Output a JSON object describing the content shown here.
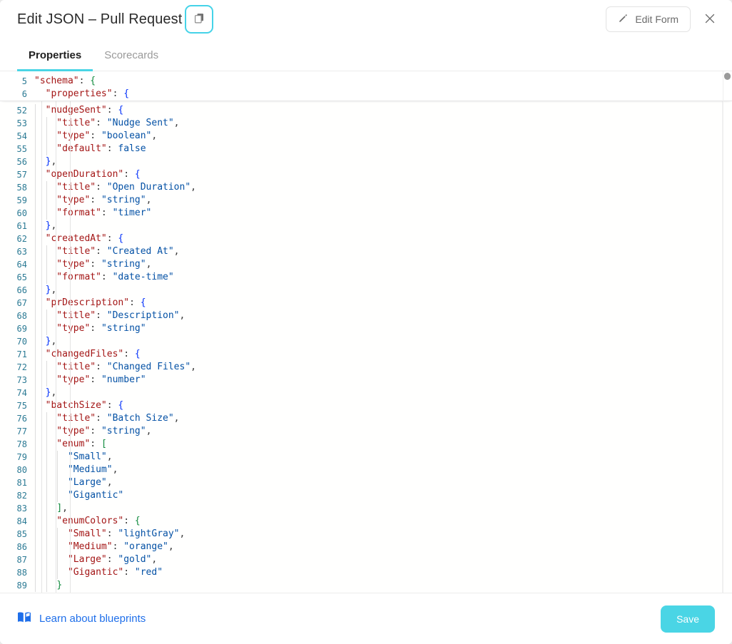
{
  "header": {
    "title": "Edit JSON – Pull Request",
    "copy_icon": "copy-icon",
    "edit_form_label": "Edit Form",
    "edit_icon": "pencil-icon",
    "close_icon": "close-icon",
    "focus_ring_color": "#45d3e8"
  },
  "tabs": [
    {
      "label": "Properties",
      "active": true
    },
    {
      "label": "Scorecards",
      "active": false
    }
  ],
  "editor": {
    "sticky_lines": [
      {
        "num": "5",
        "indent": 0,
        "tokens": [
          {
            "t": "\"schema\"",
            "c": "k"
          },
          {
            "t": ":",
            "c": "p"
          },
          {
            "t": " ",
            "c": "p"
          },
          {
            "t": "{",
            "c": "b2"
          }
        ]
      },
      {
        "num": "6",
        "indent": 0,
        "tokens": [
          {
            "t": "  \"properties\"",
            "c": "k"
          },
          {
            "t": ":",
            "c": "p"
          },
          {
            "t": " ",
            "c": "p"
          },
          {
            "t": "{",
            "c": "b1"
          }
        ]
      }
    ],
    "lines": [
      {
        "num": "52",
        "tokens": [
          {
            "t": "  \"nudgeSent\"",
            "c": "k"
          },
          {
            "t": ":",
            "c": "p"
          },
          {
            "t": " ",
            "c": "p"
          },
          {
            "t": "{",
            "c": "b1"
          }
        ]
      },
      {
        "num": "53",
        "tokens": [
          {
            "t": "    \"title\"",
            "c": "k"
          },
          {
            "t": ":",
            "c": "p"
          },
          {
            "t": " ",
            "c": "p"
          },
          {
            "t": "\"Nudge Sent\"",
            "c": "s"
          },
          {
            "t": ",",
            "c": "p"
          }
        ]
      },
      {
        "num": "54",
        "tokens": [
          {
            "t": "    \"type\"",
            "c": "k"
          },
          {
            "t": ":",
            "c": "p"
          },
          {
            "t": " ",
            "c": "p"
          },
          {
            "t": "\"boolean\"",
            "c": "s"
          },
          {
            "t": ",",
            "c": "p"
          }
        ]
      },
      {
        "num": "55",
        "tokens": [
          {
            "t": "    \"default\"",
            "c": "k"
          },
          {
            "t": ":",
            "c": "p"
          },
          {
            "t": " ",
            "c": "p"
          },
          {
            "t": "false",
            "c": "s"
          }
        ]
      },
      {
        "num": "56",
        "tokens": [
          {
            "t": "  ",
            "c": "p"
          },
          {
            "t": "}",
            "c": "b1"
          },
          {
            "t": ",",
            "c": "p"
          }
        ]
      },
      {
        "num": "57",
        "tokens": [
          {
            "t": "  \"openDuration\"",
            "c": "k"
          },
          {
            "t": ":",
            "c": "p"
          },
          {
            "t": " ",
            "c": "p"
          },
          {
            "t": "{",
            "c": "b1"
          }
        ]
      },
      {
        "num": "58",
        "tokens": [
          {
            "t": "    \"title\"",
            "c": "k"
          },
          {
            "t": ":",
            "c": "p"
          },
          {
            "t": " ",
            "c": "p"
          },
          {
            "t": "\"Open Duration\"",
            "c": "s"
          },
          {
            "t": ",",
            "c": "p"
          }
        ]
      },
      {
        "num": "59",
        "tokens": [
          {
            "t": "    \"type\"",
            "c": "k"
          },
          {
            "t": ":",
            "c": "p"
          },
          {
            "t": " ",
            "c": "p"
          },
          {
            "t": "\"string\"",
            "c": "s"
          },
          {
            "t": ",",
            "c": "p"
          }
        ]
      },
      {
        "num": "60",
        "tokens": [
          {
            "t": "    \"format\"",
            "c": "k"
          },
          {
            "t": ":",
            "c": "p"
          },
          {
            "t": " ",
            "c": "p"
          },
          {
            "t": "\"timer\"",
            "c": "s"
          }
        ]
      },
      {
        "num": "61",
        "tokens": [
          {
            "t": "  ",
            "c": "p"
          },
          {
            "t": "}",
            "c": "b1"
          },
          {
            "t": ",",
            "c": "p"
          }
        ]
      },
      {
        "num": "62",
        "tokens": [
          {
            "t": "  \"createdAt\"",
            "c": "k"
          },
          {
            "t": ":",
            "c": "p"
          },
          {
            "t": " ",
            "c": "p"
          },
          {
            "t": "{",
            "c": "b1"
          }
        ]
      },
      {
        "num": "63",
        "tokens": [
          {
            "t": "    \"title\"",
            "c": "k"
          },
          {
            "t": ":",
            "c": "p"
          },
          {
            "t": " ",
            "c": "p"
          },
          {
            "t": "\"Created At\"",
            "c": "s"
          },
          {
            "t": ",",
            "c": "p"
          }
        ]
      },
      {
        "num": "64",
        "tokens": [
          {
            "t": "    \"type\"",
            "c": "k"
          },
          {
            "t": ":",
            "c": "p"
          },
          {
            "t": " ",
            "c": "p"
          },
          {
            "t": "\"string\"",
            "c": "s"
          },
          {
            "t": ",",
            "c": "p"
          }
        ]
      },
      {
        "num": "65",
        "tokens": [
          {
            "t": "    \"format\"",
            "c": "k"
          },
          {
            "t": ":",
            "c": "p"
          },
          {
            "t": " ",
            "c": "p"
          },
          {
            "t": "\"date-time\"",
            "c": "s"
          }
        ]
      },
      {
        "num": "66",
        "tokens": [
          {
            "t": "  ",
            "c": "p"
          },
          {
            "t": "}",
            "c": "b1"
          },
          {
            "t": ",",
            "c": "p"
          }
        ]
      },
      {
        "num": "67",
        "tokens": [
          {
            "t": "  \"prDescription\"",
            "c": "k"
          },
          {
            "t": ":",
            "c": "p"
          },
          {
            "t": " ",
            "c": "p"
          },
          {
            "t": "{",
            "c": "b1"
          }
        ]
      },
      {
        "num": "68",
        "tokens": [
          {
            "t": "    \"title\"",
            "c": "k"
          },
          {
            "t": ":",
            "c": "p"
          },
          {
            "t": " ",
            "c": "p"
          },
          {
            "t": "\"Description\"",
            "c": "s"
          },
          {
            "t": ",",
            "c": "p"
          }
        ]
      },
      {
        "num": "69",
        "tokens": [
          {
            "t": "    \"type\"",
            "c": "k"
          },
          {
            "t": ":",
            "c": "p"
          },
          {
            "t": " ",
            "c": "p"
          },
          {
            "t": "\"string\"",
            "c": "s"
          }
        ]
      },
      {
        "num": "70",
        "tokens": [
          {
            "t": "  ",
            "c": "p"
          },
          {
            "t": "}",
            "c": "b1"
          },
          {
            "t": ",",
            "c": "p"
          }
        ]
      },
      {
        "num": "71",
        "tokens": [
          {
            "t": "  \"changedFiles\"",
            "c": "k"
          },
          {
            "t": ":",
            "c": "p"
          },
          {
            "t": " ",
            "c": "p"
          },
          {
            "t": "{",
            "c": "b1"
          }
        ]
      },
      {
        "num": "72",
        "tokens": [
          {
            "t": "    \"title\"",
            "c": "k"
          },
          {
            "t": ":",
            "c": "p"
          },
          {
            "t": " ",
            "c": "p"
          },
          {
            "t": "\"Changed Files\"",
            "c": "s"
          },
          {
            "t": ",",
            "c": "p"
          }
        ]
      },
      {
        "num": "73",
        "tokens": [
          {
            "t": "    \"type\"",
            "c": "k"
          },
          {
            "t": ":",
            "c": "p"
          },
          {
            "t": " ",
            "c": "p"
          },
          {
            "t": "\"number\"",
            "c": "s"
          }
        ]
      },
      {
        "num": "74",
        "tokens": [
          {
            "t": "  ",
            "c": "p"
          },
          {
            "t": "}",
            "c": "b1"
          },
          {
            "t": ",",
            "c": "p"
          }
        ]
      },
      {
        "num": "75",
        "tokens": [
          {
            "t": "  \"batchSize\"",
            "c": "k"
          },
          {
            "t": ":",
            "c": "p"
          },
          {
            "t": " ",
            "c": "p"
          },
          {
            "t": "{",
            "c": "b1"
          }
        ]
      },
      {
        "num": "76",
        "tokens": [
          {
            "t": "    \"title\"",
            "c": "k"
          },
          {
            "t": ":",
            "c": "p"
          },
          {
            "t": " ",
            "c": "p"
          },
          {
            "t": "\"Batch Size\"",
            "c": "s"
          },
          {
            "t": ",",
            "c": "p"
          }
        ]
      },
      {
        "num": "77",
        "tokens": [
          {
            "t": "    \"type\"",
            "c": "k"
          },
          {
            "t": ":",
            "c": "p"
          },
          {
            "t": " ",
            "c": "p"
          },
          {
            "t": "\"string\"",
            "c": "s"
          },
          {
            "t": ",",
            "c": "p"
          }
        ]
      },
      {
        "num": "78",
        "tokens": [
          {
            "t": "    \"enum\"",
            "c": "k"
          },
          {
            "t": ":",
            "c": "p"
          },
          {
            "t": " ",
            "c": "p"
          },
          {
            "t": "[",
            "c": "b2"
          }
        ]
      },
      {
        "num": "79",
        "tokens": [
          {
            "t": "      \"Small\"",
            "c": "s"
          },
          {
            "t": ",",
            "c": "p"
          }
        ]
      },
      {
        "num": "80",
        "tokens": [
          {
            "t": "      \"Medium\"",
            "c": "s"
          },
          {
            "t": ",",
            "c": "p"
          }
        ]
      },
      {
        "num": "81",
        "tokens": [
          {
            "t": "      \"Large\"",
            "c": "s"
          },
          {
            "t": ",",
            "c": "p"
          }
        ]
      },
      {
        "num": "82",
        "tokens": [
          {
            "t": "      \"Gigantic\"",
            "c": "s"
          }
        ]
      },
      {
        "num": "83",
        "tokens": [
          {
            "t": "    ",
            "c": "p"
          },
          {
            "t": "]",
            "c": "b2"
          },
          {
            "t": ",",
            "c": "p"
          }
        ]
      },
      {
        "num": "84",
        "tokens": [
          {
            "t": "    \"enumColors\"",
            "c": "k"
          },
          {
            "t": ":",
            "c": "p"
          },
          {
            "t": " ",
            "c": "p"
          },
          {
            "t": "{",
            "c": "b2"
          }
        ]
      },
      {
        "num": "85",
        "tokens": [
          {
            "t": "      \"Small\"",
            "c": "k"
          },
          {
            "t": ":",
            "c": "p"
          },
          {
            "t": " ",
            "c": "p"
          },
          {
            "t": "\"lightGray\"",
            "c": "s"
          },
          {
            "t": ",",
            "c": "p"
          }
        ]
      },
      {
        "num": "86",
        "tokens": [
          {
            "t": "      \"Medium\"",
            "c": "k"
          },
          {
            "t": ":",
            "c": "p"
          },
          {
            "t": " ",
            "c": "p"
          },
          {
            "t": "\"orange\"",
            "c": "s"
          },
          {
            "t": ",",
            "c": "p"
          }
        ]
      },
      {
        "num": "87",
        "tokens": [
          {
            "t": "      \"Large\"",
            "c": "k"
          },
          {
            "t": ":",
            "c": "p"
          },
          {
            "t": " ",
            "c": "p"
          },
          {
            "t": "\"gold\"",
            "c": "s"
          },
          {
            "t": ",",
            "c": "p"
          }
        ]
      },
      {
        "num": "88",
        "tokens": [
          {
            "t": "      \"Gigantic\"",
            "c": "k"
          },
          {
            "t": ":",
            "c": "p"
          },
          {
            "t": " ",
            "c": "p"
          },
          {
            "t": "\"red\"",
            "c": "s"
          }
        ]
      },
      {
        "num": "89",
        "tokens": [
          {
            "t": "    ",
            "c": "p"
          },
          {
            "t": "}",
            "c": "b2"
          }
        ]
      }
    ],
    "guide_positions": [
      7,
      27,
      47,
      67,
      87
    ],
    "scrollbar": {
      "name": "vertical-scrollbar"
    }
  },
  "footer": {
    "learn_label": "Learn about blueprints",
    "learn_icon": "blueprint-book-icon",
    "learn_color": "#1f6fea",
    "save_label": "Save",
    "save_color": "#4ad5e5"
  }
}
